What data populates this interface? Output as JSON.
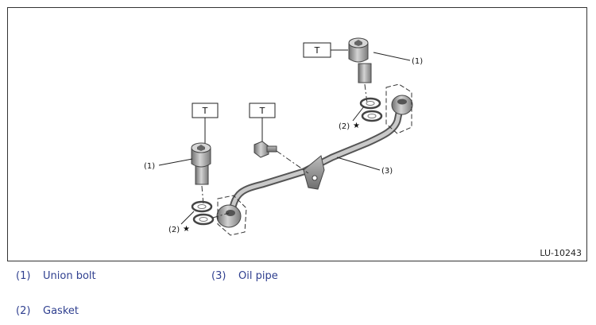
{
  "figure": {
    "id": "LU-10243",
    "torque_mark": "T",
    "star": "★",
    "callouts": {
      "c1": "(1)",
      "c2": "(2)",
      "c3": "(3)"
    }
  },
  "legend": [
    {
      "num": "(1)",
      "label": "Union bolt"
    },
    {
      "num": "(3)",
      "label": "Oil pipe"
    },
    {
      "num": "(2)",
      "label": "Gasket"
    }
  ]
}
